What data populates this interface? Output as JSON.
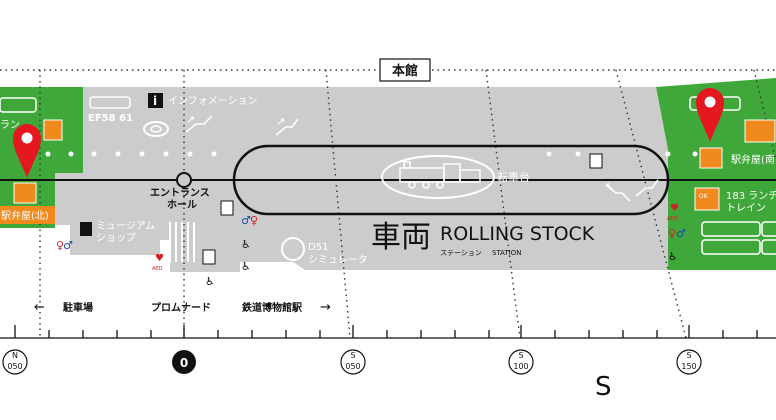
{
  "header": {
    "building_label": "本館"
  },
  "areas": {
    "info": "インフォメーション",
    "locomotive": "EF58 61",
    "entrance": [
      "エントランス",
      "ホール"
    ],
    "museum_shop": [
      "ミュージアム",
      "ショップ"
    ],
    "d51": [
      "D51",
      "シミュレータ"
    ],
    "turntable": "転車台",
    "rolling_stock": {
      "kanji": "車両",
      "title": "ROLLING STOCK",
      "sub_jp": "ステーション",
      "sub_en": "STATION"
    },
    "ekiben_left": "駅弁屋(北)",
    "ekiben_right": "駅弁屋(南",
    "rangers_left": "ラン",
    "train_183": [
      "183 ランチ",
      "トレイン"
    ]
  },
  "bottom_labels": {
    "parking": "駐車場",
    "promenade": "プロムナード",
    "station": "鉄道博物館駅"
  },
  "markers": [
    {
      "top": "N",
      "bottom": "050",
      "dark": false
    },
    {
      "top": "",
      "bottom": "0",
      "dark": true
    },
    {
      "top": "S",
      "bottom": "050",
      "dark": false
    },
    {
      "top": "S",
      "bottom": "100",
      "dark": false
    },
    {
      "top": "S",
      "bottom": "150",
      "dark": false
    }
  ],
  "direction": "S",
  "small_icons": {
    "aed": "AED",
    "ok": "OK"
  },
  "colors": {
    "floor": "#cccccc",
    "green": "#40a83b",
    "orange": "#f08a1c",
    "pin": "#e5171f",
    "ink": "#111111"
  }
}
